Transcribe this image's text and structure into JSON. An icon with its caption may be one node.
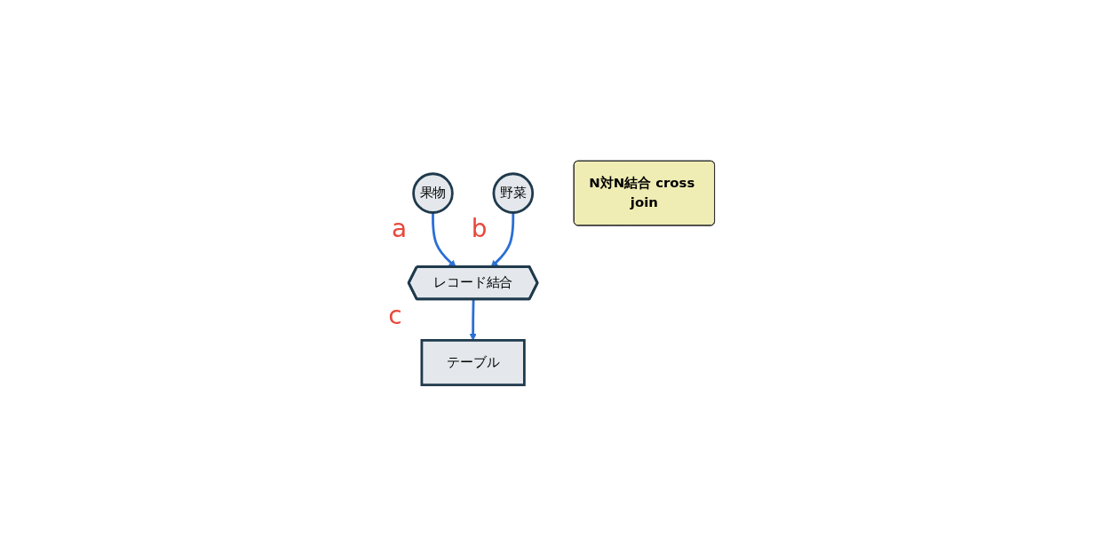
{
  "diagram": {
    "nodes": [
      {
        "text": [
          "果物"
        ],
        "beside": [
          "a"
        ]
      },
      {
        "text": [
          "野菜"
        ],
        "beside": [
          "b"
        ]
      },
      {
        "text": [
          "レコード結合"
        ],
        "beside": [
          "c"
        ]
      },
      {
        "text": [
          "テーブル"
        ]
      },
      {
        "text": [
          "N対N結合 cross join"
        ]
      }
    ],
    "edges": [
      {
        "from": 0,
        "to": 2,
        "arrow": "to"
      },
      {
        "from": 1,
        "to": 2,
        "arrow": "to"
      },
      {
        "from": 2,
        "to": 3,
        "arrow": "to"
      }
    ]
  }
}
